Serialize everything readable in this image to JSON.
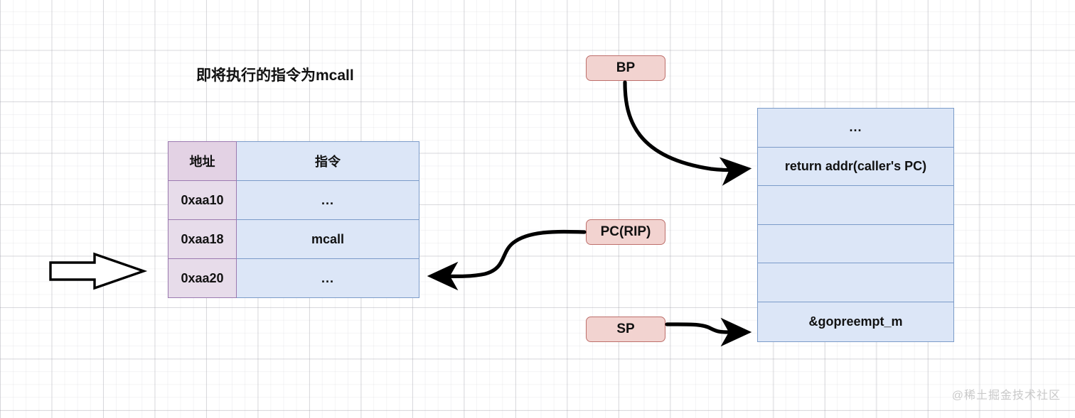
{
  "title": "即将执行的指令为mcall",
  "instruction_table": {
    "headers": [
      "地址",
      "指令"
    ],
    "rows": [
      {
        "address": "0xaa10",
        "instruction": "..."
      },
      {
        "address": "0xaa18",
        "instruction": "mcall"
      },
      {
        "address": "0xaa20",
        "instruction": "..."
      }
    ]
  },
  "stack": {
    "rows": [
      {
        "label": "..."
      },
      {
        "label": "return addr(caller's PC)"
      },
      {
        "label": ""
      },
      {
        "label": ""
      },
      {
        "label": ""
      },
      {
        "label": "&gopreempt_m"
      }
    ]
  },
  "registers": [
    {
      "name": "BP",
      "label": "BP"
    },
    {
      "name": "PC(RIP)",
      "label": "PC(RIP)"
    },
    {
      "name": "SP",
      "label": "SP"
    }
  ],
  "watermark": "@稀土掘金技术社区",
  "colors": {
    "address_cell_fill": "#e7dcea",
    "address_cell_border": "#9b7ab0",
    "instruction_cell_fill": "#dce6f7",
    "instruction_cell_border": "#7b9bc9",
    "register_fill": "#f2d3d0",
    "register_border": "#bd6f6b",
    "arrow_stroke": "#000000",
    "background": "#ffffff"
  }
}
